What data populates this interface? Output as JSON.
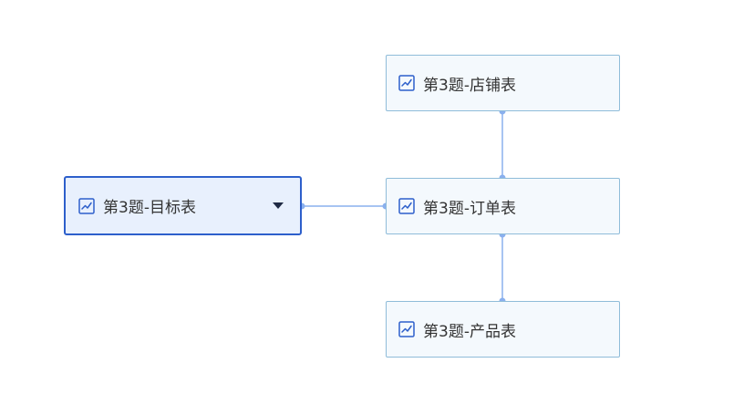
{
  "colors": {
    "connector": "#8ab0ee",
    "node_border": "#8fbcd9",
    "node_fill": "#f4f9fd",
    "selected_border": "#2d5fcb",
    "selected_fill": "#e8f0fd",
    "icon": "#2d5fcb"
  },
  "nodes": {
    "target": {
      "label": "第3题-目标表",
      "icon": "line-chart-icon",
      "selected": true,
      "has_dropdown": true
    },
    "store": {
      "label": "第3题-店铺表",
      "icon": "line-chart-icon"
    },
    "order": {
      "label": "第3题-订单表",
      "icon": "line-chart-icon"
    },
    "product": {
      "label": "第3题-产品表",
      "icon": "line-chart-icon"
    }
  },
  "edges": [
    {
      "from": "target",
      "to": "order"
    },
    {
      "from": "store",
      "to": "order"
    },
    {
      "from": "order",
      "to": "product"
    }
  ]
}
